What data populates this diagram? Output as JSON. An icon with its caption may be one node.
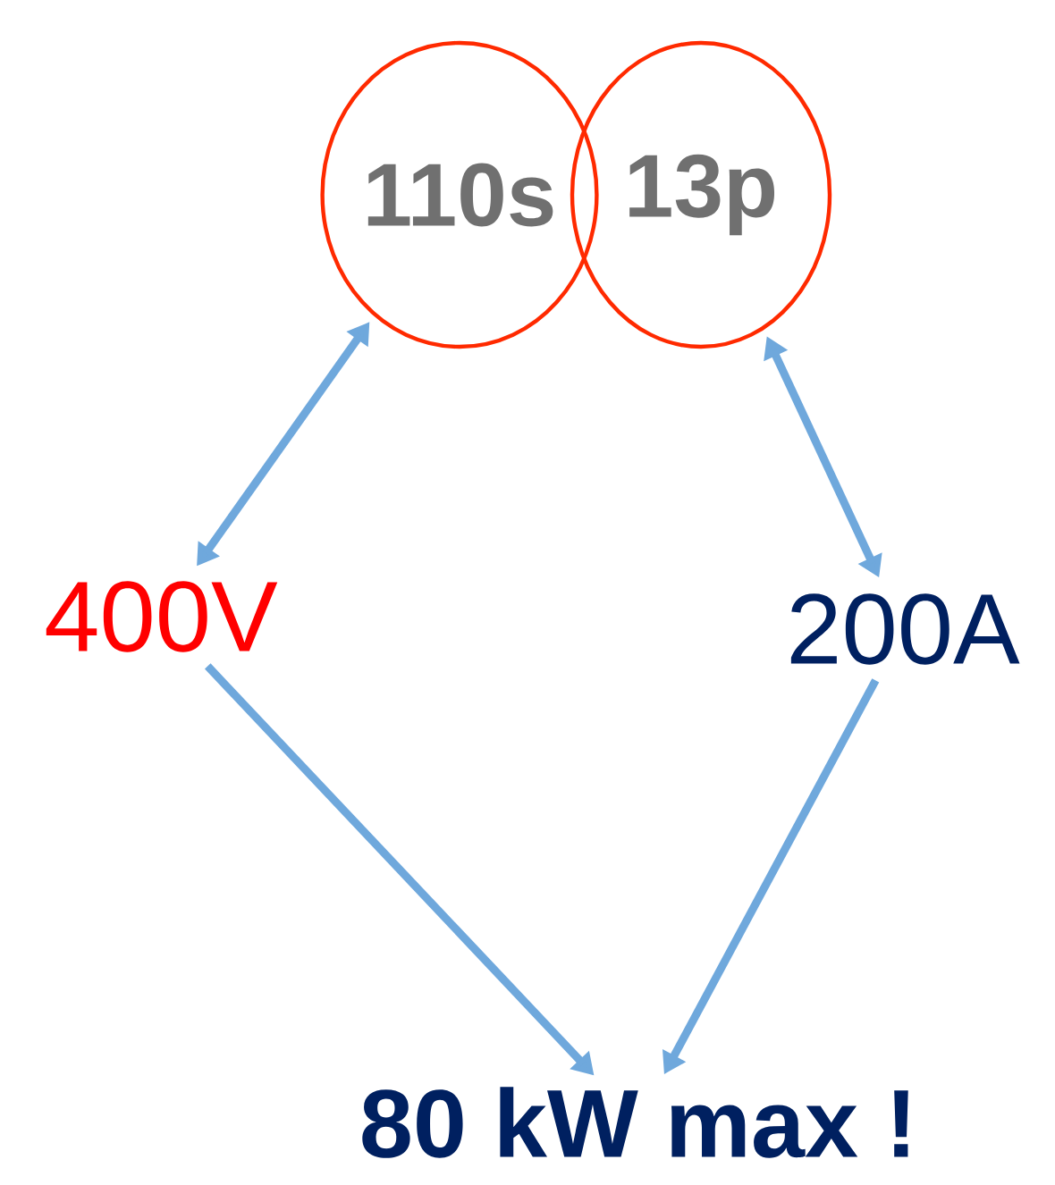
{
  "diagram": {
    "nodes": [
      {
        "text": [
          "110s"
        ]
      },
      {
        "text": [
          "13p"
        ]
      },
      {
        "text": [
          "400V"
        ]
      },
      {
        "text": [
          "200A"
        ]
      },
      {
        "text": [
          "80 kW max !"
        ]
      }
    ],
    "edges": [
      {
        "from": 2,
        "to": 0,
        "arrow": "both"
      },
      {
        "from": 3,
        "to": 1,
        "arrow": "both"
      },
      {
        "from": 2,
        "to": 4,
        "arrow": "to"
      },
      {
        "from": 3,
        "to": 4,
        "arrow": "to"
      }
    ]
  }
}
